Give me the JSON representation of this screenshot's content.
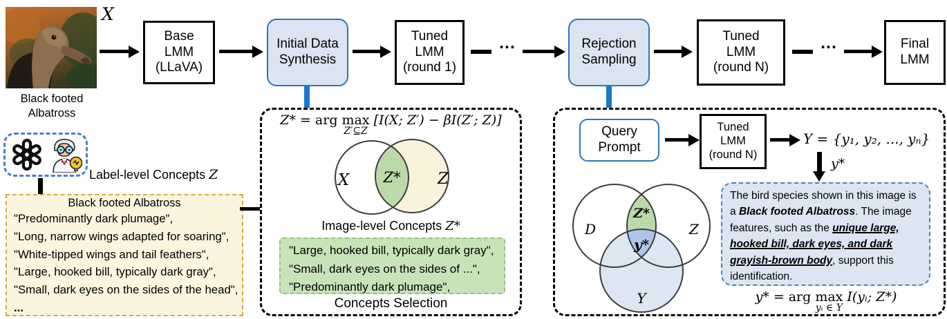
{
  "flow": {
    "x_label": "X",
    "base_lmm": "Base\nLMM\n(LLaVA)",
    "initial_data_synthesis": "Initial Data\nSynthesis",
    "tuned_round1": "Tuned\nLMM\n(round 1)",
    "ellipsis": "...",
    "rejection_sampling": "Rejection\nSampling",
    "tuned_roundN": "Tuned\nLMM\n(round N)",
    "final_lmm": "Final\nLMM"
  },
  "left": {
    "image_caption": "Black footed\nAlbatross",
    "label_concepts_heading": "Label-level Concepts ",
    "label_concepts_symbol": "Z",
    "concepts_box": {
      "title": "Black footed Albatross",
      "lines": [
        "\"Predominantly dark plumage\",",
        "\"Long, narrow wings adapted for soaring\",",
        "\"White-tipped wings and tail feathers\",",
        "\"Large, hooked bill, typically dark gray\",",
        "\"Small, dark eyes on the sides of the head\",",
        "..."
      ]
    }
  },
  "selection_panel": {
    "formula": {
      "var": "Z*",
      "eq": "=",
      "arg": "arg",
      "max": "max",
      "sub": "Z′⊆Z",
      "rhs": "[I(X; Z′) − βI(Z′; Z)]"
    },
    "venn": {
      "left": "X",
      "middle": "Z*",
      "right": "Z"
    },
    "subtitle_text": "Image-level Concepts ",
    "subtitle_symbol": "Z*",
    "selected_box": {
      "lines": [
        "\"Large, hooked bill, typically dark gray\",",
        "\"Small, dark eyes on the sides of ...\",",
        "\"Predominantly dark plumage\","
      ]
    },
    "caption": "Concepts Selection"
  },
  "sampling_panel": {
    "query_prompt": "Query\nPrompt",
    "tuned_lmm": "Tuned\nLMM\n(round N)",
    "y_set": "Y = {y₁, y₂, ..., yₙ}",
    "y_star_arrow_label": "y*",
    "venn": {
      "d": "D",
      "z_star": "Z*",
      "z": "Z",
      "y_star": "y*",
      "y": "Y"
    },
    "answer": {
      "seg1": "The bird species shown in this image is a ",
      "seg2": "Black footed Albatross",
      "seg3": ". The image features, such as the ",
      "seg4": "unique large, hooked bill, dark eyes, and dark grayish-brown body",
      "seg5": ", support this identification."
    },
    "formula": {
      "var": "y*",
      "eq": "=",
      "arg": "arg",
      "max": "max",
      "sub": "yᵢ ∈ Y",
      "rhs": "I(yᵢ; Z*)"
    }
  },
  "icons": {
    "openai": "openai-logo",
    "expert": "human-expert-with-lightbulb"
  },
  "colors": {
    "panel_blue_fill": "#dbe5f1",
    "blue_border": "#2e75b6",
    "connector_blue": "#1a79c9",
    "yellow_fill": "#fbf5e0",
    "yellow_border": "#d9a93c",
    "green_fill": "#c9e3b8",
    "green_border": "#8fc47c",
    "venn_green": "#bcd9aa",
    "venn_cream": "#faf3dc",
    "venn_light_blue": "#dce7f3",
    "venn_center_blue": "#afc5e8",
    "answer_fill": "#dbe6f2",
    "answer_border": "#4d7fc0"
  }
}
